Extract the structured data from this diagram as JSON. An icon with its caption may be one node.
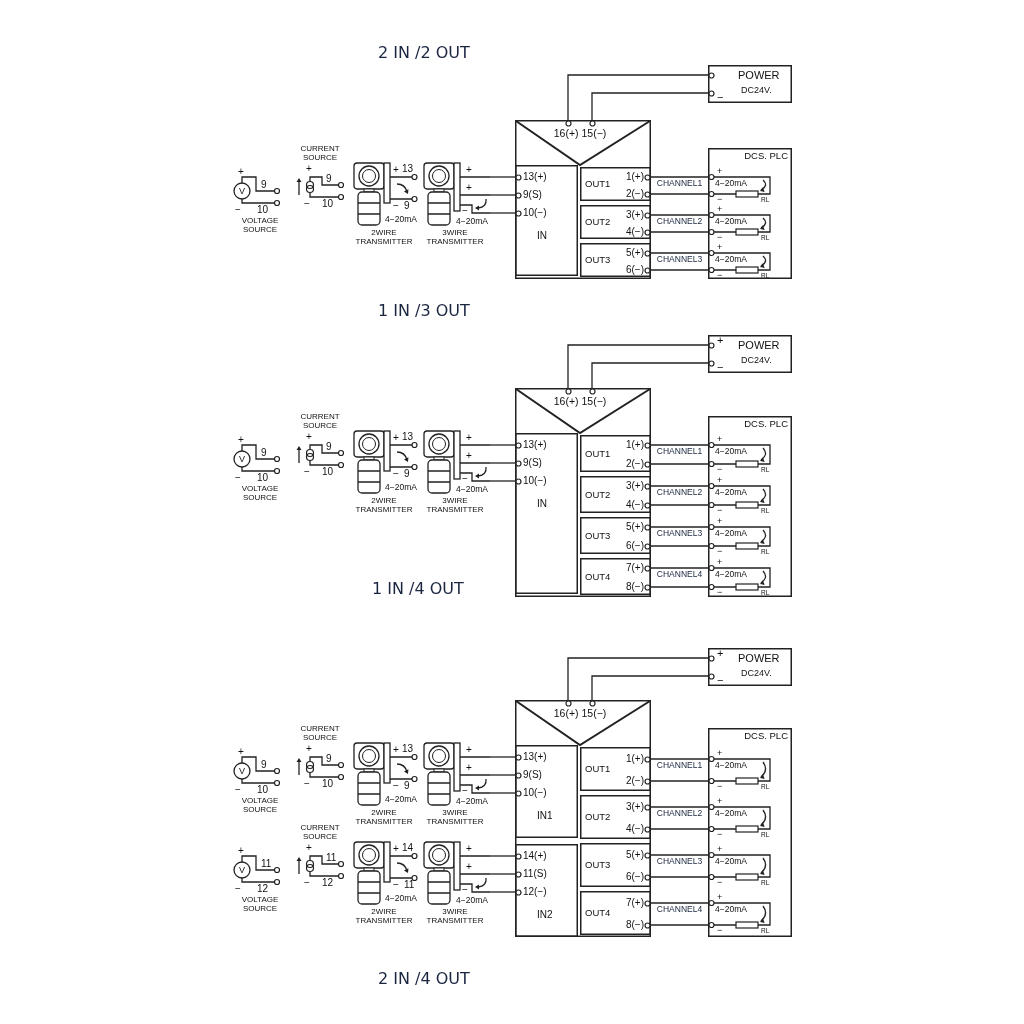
{
  "diagram": {
    "nodes": [
      {
        "text": [],
        "shape": "box"
      },
      {
        "text": [
          "16(+) 15(−)"
        ],
        "in": 0
      },
      {
        "text": [
          "13(+)",
          "9(S)",
          "10(−)",
          "IN"
        ],
        "in": 0
      },
      {
        "text": [
          "OUT1",
          "1(+)",
          "2(−)"
        ],
        "in": 0
      },
      {
        "text": [
          "OUT2",
          "3(+)",
          "4(−)"
        ],
        "in": 0
      },
      {
        "text": [
          "OUT3",
          "5(+)",
          "6(−)"
        ],
        "in": 0
      },
      {
        "text": [
          "POWER",
          "DC24V.",
          "−"
        ]
      },
      {
        "text": [
          "DCS. PLC"
        ]
      },
      {
        "text": [
          "+",
          "4−20mA",
          "−",
          "RL"
        ],
        "in": 7
      },
      {
        "text": [
          "+",
          "4−20mA",
          "−",
          "RL"
        ],
        "in": 7
      },
      {
        "text": [
          "+",
          "4−20mA",
          "−",
          "RL"
        ],
        "in": 7
      },
      {
        "text": [
          "+",
          "V",
          "9",
          "−",
          "10",
          "VOLTAGE SOURCE"
        ]
      },
      {
        "text": [
          "CURRENT SOURCE",
          "+",
          "9",
          "−",
          "10"
        ]
      },
      {
        "text": [
          "+",
          "13",
          "−",
          "9",
          "4−20mA",
          "2WIRE TRANSMITTER"
        ]
      },
      {
        "text": [
          "+",
          "+",
          "−",
          "4−20mA",
          "3WIRE TRANSMITTER"
        ]
      },
      {
        "text": [],
        "shape": "box"
      },
      {
        "text": [
          "16(+) 15(−)"
        ],
        "in": 15
      },
      {
        "text": [
          "13(+)",
          "9(S)",
          "10(−)",
          "IN"
        ],
        "in": 15
      },
      {
        "text": [
          "OUT1",
          "1(+)",
          "2(−)"
        ],
        "in": 15
      },
      {
        "text": [
          "OUT2",
          "3(+)",
          "4(−)"
        ],
        "in": 15
      },
      {
        "text": [
          "OUT3",
          "5(+)",
          "6(−)"
        ],
        "in": 15
      },
      {
        "text": [
          "OUT4",
          "7(+)",
          "8(−)"
        ],
        "in": 15
      },
      {
        "text": [
          "POWER",
          "DC24V.",
          "+",
          "−"
        ]
      },
      {
        "text": [
          "DCS. PLC"
        ]
      },
      {
        "text": [
          "+",
          "4−20mA",
          "−",
          "RL"
        ],
        "in": 23
      },
      {
        "text": [
          "+",
          "4−20mA",
          "−",
          "RL"
        ],
        "in": 23
      },
      {
        "text": [
          "+",
          "4−20mA",
          "−",
          "RL"
        ],
        "in": 23
      },
      {
        "text": [
          "+",
          "4−20mA",
          "−",
          "RL"
        ],
        "in": 23
      },
      {
        "text": [
          "+",
          "V",
          "9",
          "−",
          "10",
          "VOLTAGE SOURCE"
        ]
      },
      {
        "text": [
          "CURRENT SOURCE",
          "+",
          "9",
          "−",
          "10"
        ]
      },
      {
        "text": [
          "+",
          "13",
          "−",
          "9",
          "4−20mA",
          "2WIRE TRANSMITTER"
        ]
      },
      {
        "text": [
          "+",
          "+",
          "−",
          "4−20mA",
          "3WIRE TRANSMITTER"
        ]
      },
      {
        "text": [],
        "shape": "box"
      },
      {
        "text": [
          "16(+) 15(−)"
        ],
        "in": 32
      },
      {
        "text": [
          "13(+)",
          "9(S)",
          "10(−)",
          "IN1"
        ],
        "in": 32
      },
      {
        "text": [
          "14(+)",
          "11(S)",
          "12(−)",
          "IN2"
        ],
        "in": 32
      },
      {
        "text": [
          "OUT1",
          "1(+)",
          "2(−)"
        ],
        "in": 32
      },
      {
        "text": [
          "OUT2",
          "3(+)",
          "4(−)"
        ],
        "in": 32
      },
      {
        "text": [
          "OUT3",
          "5(+)",
          "6(−)"
        ],
        "in": 32
      },
      {
        "text": [
          "OUT4",
          "7(+)",
          "8(−)"
        ],
        "in": 32
      },
      {
        "text": [
          "POWER",
          "DC24V.",
          "+",
          "−"
        ]
      },
      {
        "text": [
          "DCS. PLC"
        ]
      },
      {
        "text": [
          "+",
          "4−20mA",
          "−",
          "RL"
        ],
        "in": 41
      },
      {
        "text": [
          "+",
          "4−20mA",
          "−",
          "RL"
        ],
        "in": 41
      },
      {
        "text": [
          "+",
          "4−20mA",
          "−",
          "RL"
        ],
        "in": 41
      },
      {
        "text": [
          "+",
          "4−20mA",
          "−",
          "RL"
        ],
        "in": 41
      },
      {
        "text": [
          "+",
          "V",
          "9",
          "−",
          "10",
          "VOLTAGE SOURCE"
        ]
      },
      {
        "text": [
          "CURRENT SOURCE",
          "+",
          "9",
          "−",
          "10"
        ]
      },
      {
        "text": [
          "+",
          "13",
          "−",
          "9",
          "4−20mA",
          "2WIRE TRANSMITTER"
        ]
      },
      {
        "text": [
          "+",
          "+",
          "−",
          "4−20mA",
          "3WIRE TRANSMITTER"
        ]
      },
      {
        "text": [
          "+",
          "V",
          "11",
          "−",
          "12",
          "VOLTAGE SOURCE"
        ]
      },
      {
        "text": [
          "CURRENT SOURCE",
          "+",
          "11",
          "−",
          "12"
        ]
      },
      {
        "text": [
          "+",
          "14",
          "−",
          "11",
          "4−20mA",
          "2WIRE TRANSMITTER"
        ]
      },
      {
        "text": [
          "+",
          "+",
          "−",
          "4−20mA",
          "3WIRE TRANSMITTER"
        ]
      }
    ],
    "edges": [
      {
        "from": 6,
        "to": 1,
        "arrow": "none"
      },
      {
        "from": 6,
        "to": 1,
        "arrow": "none"
      },
      {
        "from": 3,
        "to": 8,
        "arrow": "none",
        "label": "CHANNEL1"
      },
      {
        "from": 3,
        "to": 8,
        "arrow": "none"
      },
      {
        "from": 4,
        "to": 9,
        "arrow": "none",
        "label": "CHANNEL2"
      },
      {
        "from": 4,
        "to": 9,
        "arrow": "none"
      },
      {
        "from": 5,
        "to": 10,
        "arrow": "none",
        "label": "CHANNEL3"
      },
      {
        "from": 5,
        "to": 10,
        "arrow": "none"
      },
      {
        "from": 14,
        "to": 2,
        "arrow": "none"
      },
      {
        "from": 14,
        "to": 2,
        "arrow": "none"
      },
      {
        "from": 14,
        "to": 2,
        "arrow": "none"
      },
      {
        "from": 22,
        "to": 16,
        "arrow": "none"
      },
      {
        "from": 22,
        "to": 16,
        "arrow": "none"
      },
      {
        "from": 18,
        "to": 24,
        "arrow": "none",
        "label": "CHANNEL1"
      },
      {
        "from": 18,
        "to": 24,
        "arrow": "none"
      },
      {
        "from": 19,
        "to": 25,
        "arrow": "none",
        "label": "CHANNEL2"
      },
      {
        "from": 19,
        "to": 25,
        "arrow": "none"
      },
      {
        "from": 20,
        "to": 26,
        "arrow": "none",
        "label": "CHANNEL3"
      },
      {
        "from": 20,
        "to": 26,
        "arrow": "none"
      },
      {
        "from": 21,
        "to": 27,
        "arrow": "none",
        "label": "CHANNEL4"
      },
      {
        "from": 21,
        "to": 27,
        "arrow": "none"
      },
      {
        "from": 31,
        "to": 17,
        "arrow": "none"
      },
      {
        "from": 31,
        "to": 17,
        "arrow": "none"
      },
      {
        "from": 31,
        "to": 17,
        "arrow": "none"
      },
      {
        "from": 40,
        "to": 33,
        "arrow": "none"
      },
      {
        "from": 40,
        "to": 33,
        "arrow": "none"
      },
      {
        "from": 36,
        "to": 42,
        "arrow": "none",
        "label": "CHANNEL1"
      },
      {
        "from": 36,
        "to": 42,
        "arrow": "none"
      },
      {
        "from": 37,
        "to": 43,
        "arrow": "none",
        "label": "CHANNEL2"
      },
      {
        "from": 37,
        "to": 43,
        "arrow": "none"
      },
      {
        "from": 38,
        "to": 44,
        "arrow": "none",
        "label": "CHANNEL3"
      },
      {
        "from": 38,
        "to": 44,
        "arrow": "none"
      },
      {
        "from": 39,
        "to": 45,
        "arrow": "none",
        "label": "CHANNEL4"
      },
      {
        "from": 39,
        "to": 45,
        "arrow": "none"
      },
      {
        "from": 49,
        "to": 34,
        "arrow": "none"
      },
      {
        "from": 49,
        "to": 34,
        "arrow": "none"
      },
      {
        "from": 49,
        "to": 34,
        "arrow": "none"
      },
      {
        "from": 53,
        "to": 35,
        "arrow": "none"
      },
      {
        "from": 53,
        "to": 35,
        "arrow": "none"
      },
      {
        "from": 53,
        "to": 35,
        "arrow": "none"
      }
    ],
    "labels": [
      "2 IN /2 OUT",
      "1 IN /3 OUT",
      "1 IN /4 OUT",
      "2 IN /4 OUT"
    ]
  }
}
